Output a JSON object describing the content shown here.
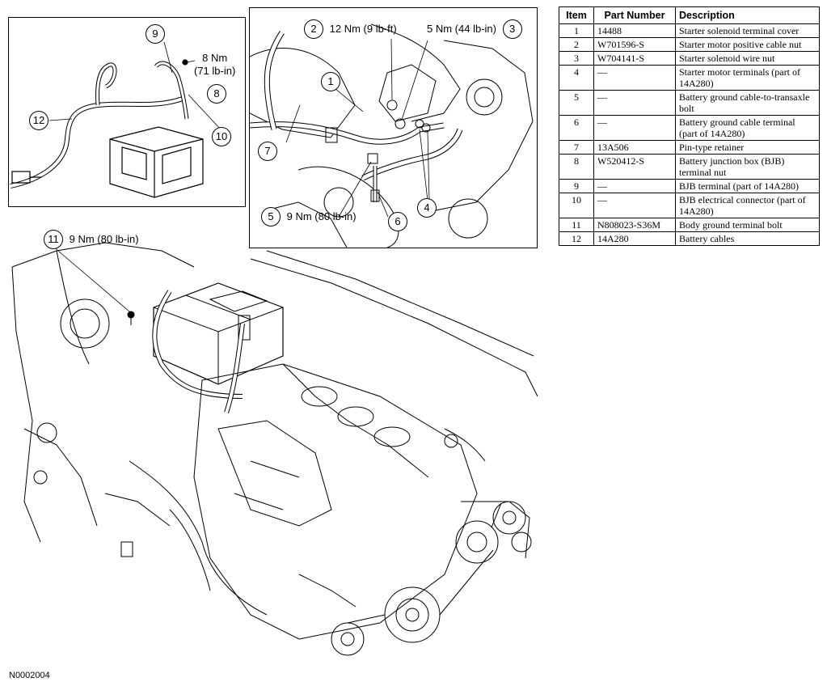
{
  "table": {
    "headers": {
      "item": "Item",
      "part_number": "Part Number",
      "description": "Description"
    },
    "rows": [
      {
        "item": "1",
        "part_number": "14488",
        "description": "Starter solenoid terminal cover"
      },
      {
        "item": "2",
        "part_number": "W701596-S",
        "description": "Starter motor positive cable nut"
      },
      {
        "item": "3",
        "part_number": "W704141-S",
        "description": "Starter solenoid wire nut"
      },
      {
        "item": "4",
        "part_number": "—",
        "description": "Starter motor terminals (part of 14A280)"
      },
      {
        "item": "5",
        "part_number": "—",
        "description": "Battery ground cable-to-transaxle bolt"
      },
      {
        "item": "6",
        "part_number": "—",
        "description": "Battery ground cable terminal (part of 14A280)"
      },
      {
        "item": "7",
        "part_number": "13A506",
        "description": "Pin-type retainer"
      },
      {
        "item": "8",
        "part_number": "W520412-S",
        "description": "Battery junction box (BJB) terminal nut"
      },
      {
        "item": "9",
        "part_number": "—",
        "description": "BJB terminal (part of 14A280)"
      },
      {
        "item": "10",
        "part_number": "—",
        "description": "BJB electrical connector (part of 14A280)"
      },
      {
        "item": "11",
        "part_number": "N808023-S36M",
        "description": "Body ground terminal bolt"
      },
      {
        "item": "12",
        "part_number": "14A280",
        "description": "Battery cables"
      }
    ]
  },
  "callouts": {
    "c1": "1",
    "c2": "2",
    "c3": "3",
    "c4": "4",
    "c5": "5",
    "c6": "6",
    "c7": "7",
    "c8": "8",
    "c9": "9",
    "c10": "10",
    "c11": "11",
    "c12": "12"
  },
  "torques": {
    "t2": "12 Nm (9 lb-ft)",
    "t3": "5 Nm (44 lb-in)",
    "t5": "9 Nm (80 lb-in)",
    "t8_line1": "8 Nm",
    "t8_line2": "(71 lb-in)",
    "t11": "9 Nm (80 lb-in)"
  },
  "figure_id": "N0002004"
}
